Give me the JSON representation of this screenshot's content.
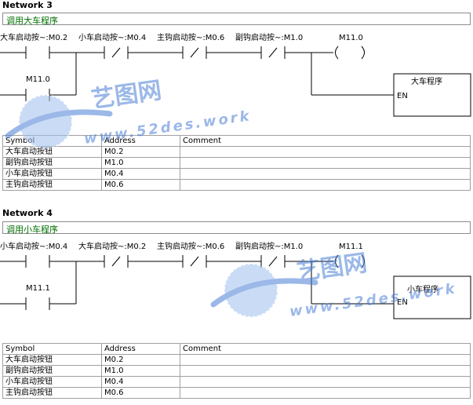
{
  "networks": [
    {
      "title": "Network 3",
      "comment": "调用大车程序",
      "labels": {
        "c1": "大车启动按~:M0.2",
        "c2": "小车启动按~:M0.4",
        "c3": "主钩启动按~:M0.6",
        "c4": "副钩启动按~:M1.0",
        "coil": "M11.0",
        "latch": "M11.0",
        "box_title": "大车程序",
        "box_en": "EN"
      },
      "table": {
        "headers": [
          "Symbol",
          "Address",
          "Comment"
        ],
        "rows": [
          [
            "大车启动按钮",
            "M0.2",
            ""
          ],
          [
            "副钩启动按钮",
            "M1.0",
            ""
          ],
          [
            "小车启动按钮",
            "M0.4",
            ""
          ],
          [
            "主钩启动按钮",
            "M0.6",
            ""
          ]
        ]
      }
    },
    {
      "title": "Network 4",
      "comment": "调用小车程序",
      "labels": {
        "c1": "小车启动按~:M0.4",
        "c2": "大车启动按~:M0.2",
        "c3": "主钩启动按~:M0.6",
        "c4": "副钩启动按~:M1.0",
        "coil": "M11.1",
        "latch": "M11.1",
        "box_title": "小车程序",
        "box_en": "EN"
      },
      "table": {
        "headers": [
          "Symbol",
          "Address",
          "Comment"
        ],
        "rows": [
          [
            "大车启动按钮",
            "M0.2",
            ""
          ],
          [
            "副钩启动按钮",
            "M1.0",
            ""
          ],
          [
            "小车启动按钮",
            "M0.4",
            ""
          ],
          [
            "主钩启动按钮",
            "M0.6",
            ""
          ]
        ]
      }
    }
  ],
  "watermark": {
    "logo_text": "艺图网",
    "url_text": "www.52des.work",
    "color": "#4a7fd6"
  }
}
